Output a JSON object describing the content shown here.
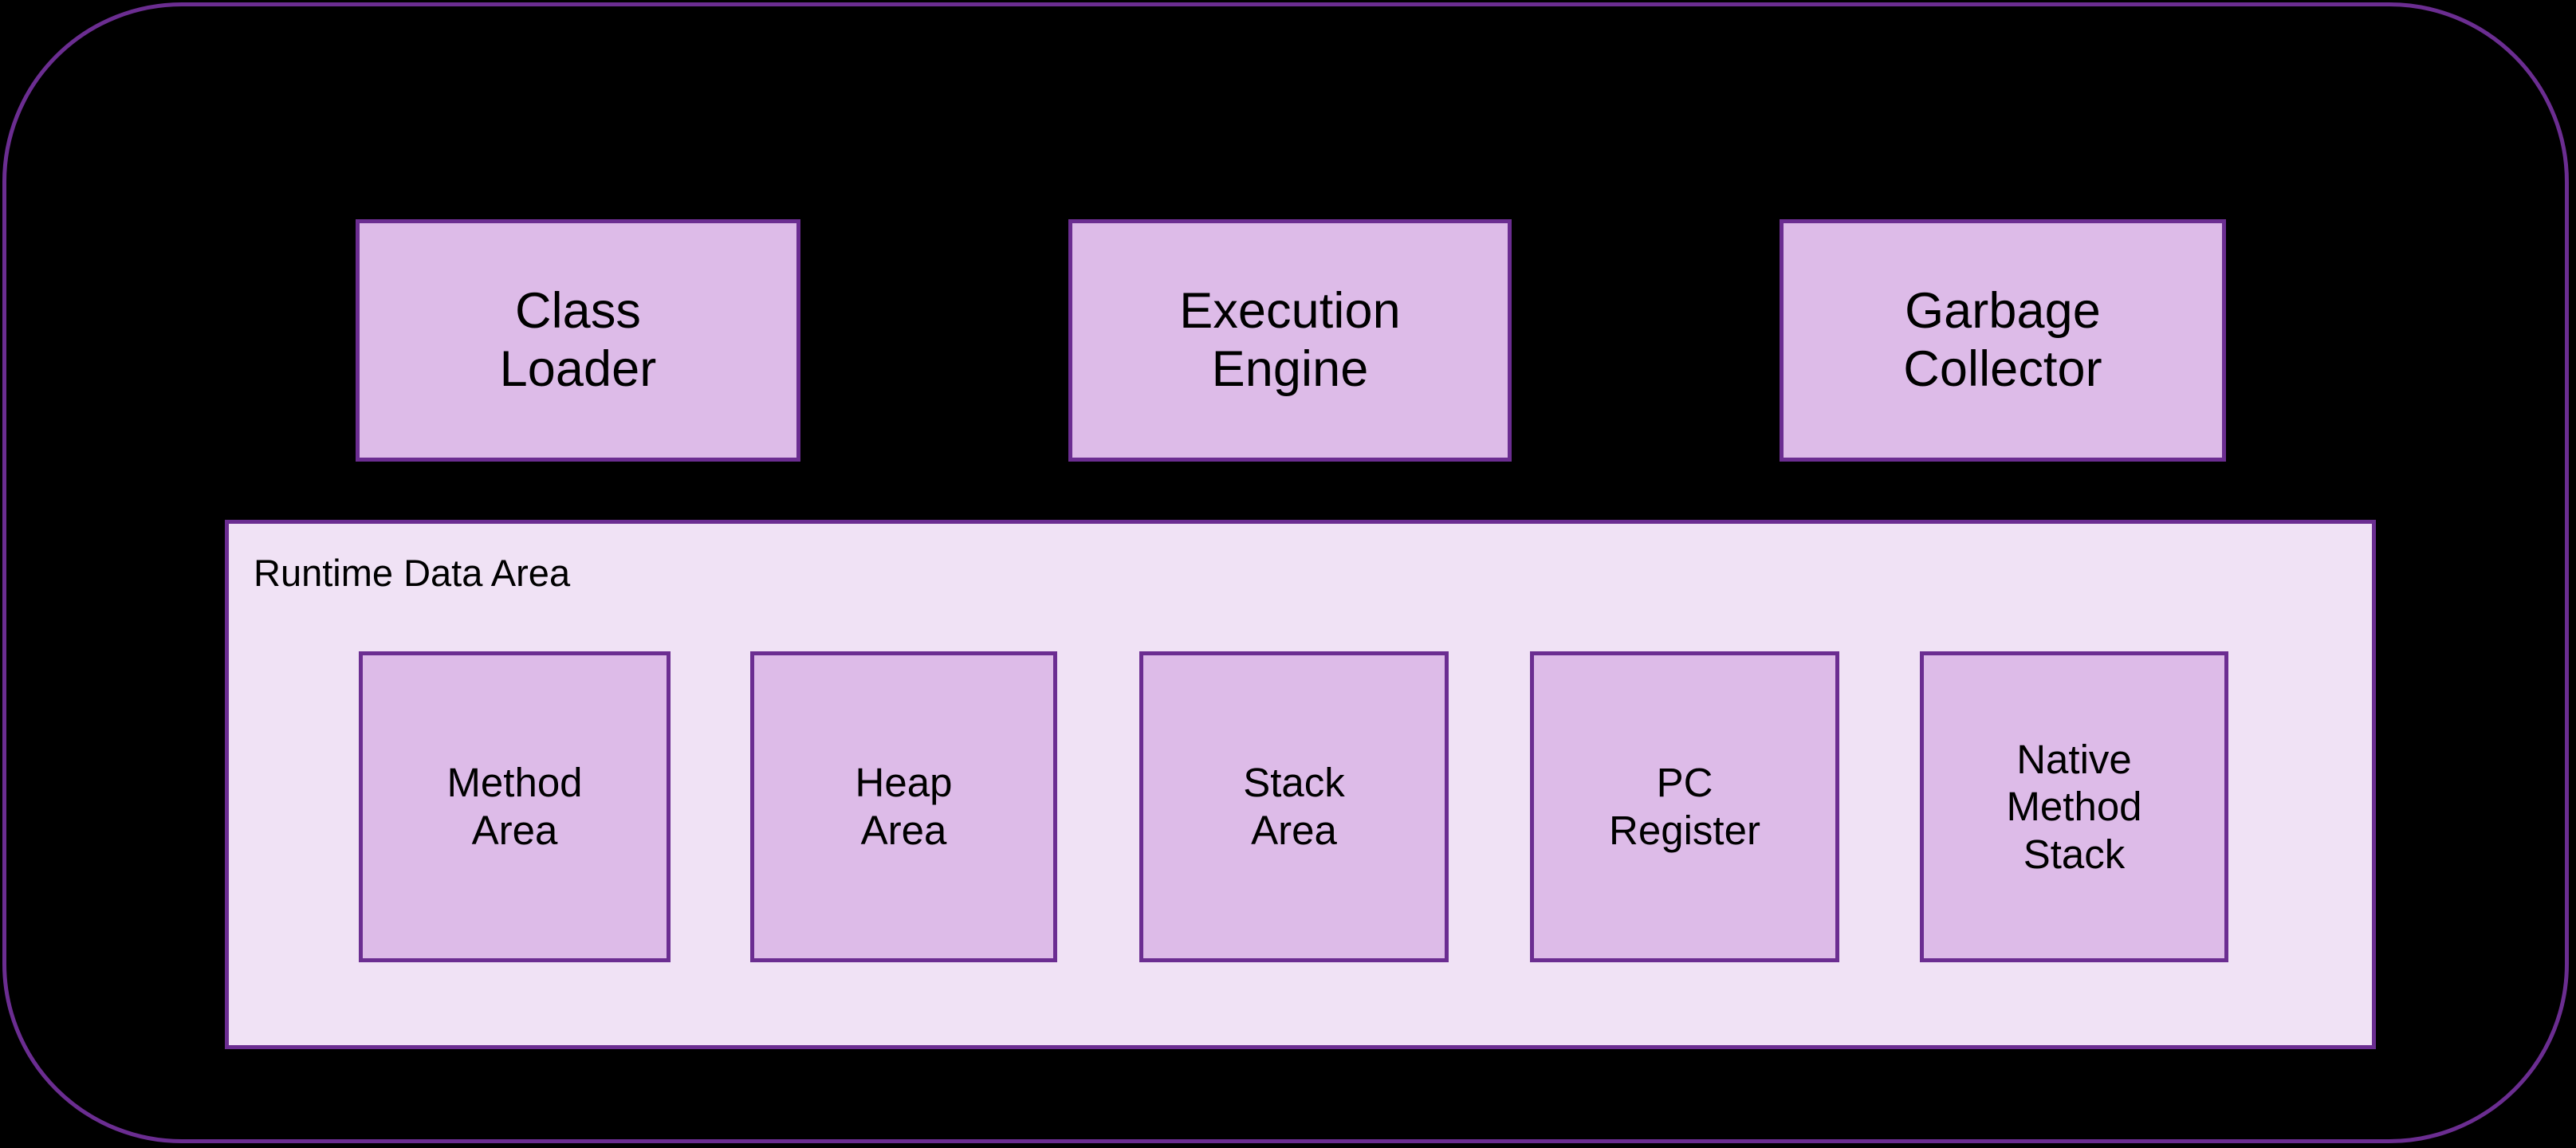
{
  "diagram": {
    "type": "jvm-architecture",
    "container_label": "",
    "colors": {
      "canvas_background": "#000000",
      "box_fill": "#ddbbe8",
      "box_border": "#6b2d91",
      "panel_fill": "#f0e2f5",
      "panel_border": "#6b2d91",
      "outer_border": "#6b2d91",
      "text": "#000000"
    },
    "components": [
      {
        "id": "class-loader",
        "label": "Class\nLoader"
      },
      {
        "id": "execution-engine",
        "label": "Execution\nEngine"
      },
      {
        "id": "garbage-collector",
        "label": "Garbage\nCollector"
      }
    ],
    "runtime_data_area": {
      "title": "Runtime Data Area",
      "areas": [
        {
          "id": "method-area",
          "label": "Method\nArea"
        },
        {
          "id": "heap-area",
          "label": "Heap\nArea"
        },
        {
          "id": "stack-area",
          "label": "Stack\nArea"
        },
        {
          "id": "pc-register",
          "label": "PC\nRegister"
        },
        {
          "id": "native-method-stack",
          "label": "Native\nMethod\nStack"
        }
      ]
    }
  }
}
